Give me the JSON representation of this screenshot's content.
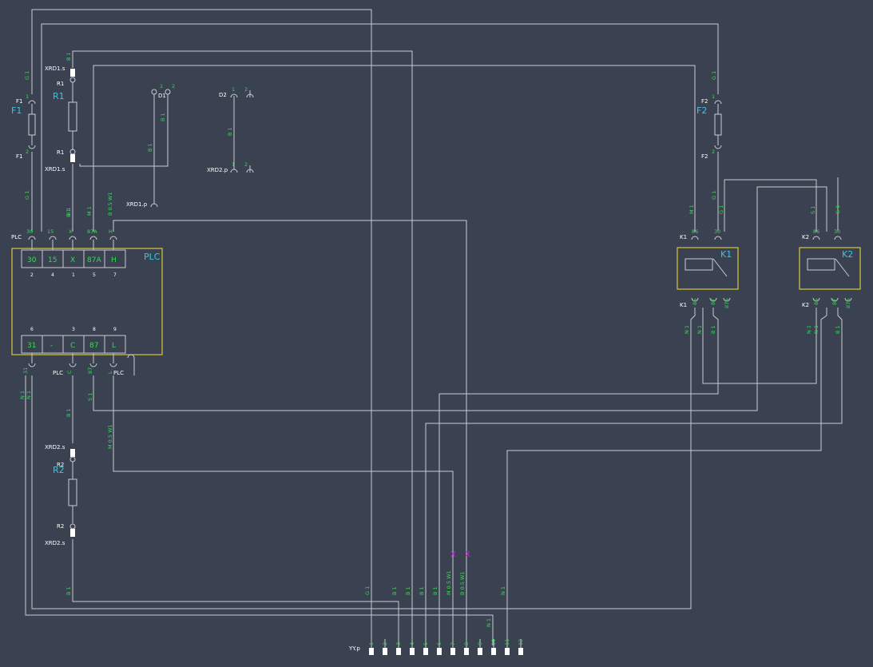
{
  "labels": {
    "F1": "F1",
    "F1_top": "F1",
    "F1_bot": "F1",
    "F2": "F2",
    "F2_top": "F2",
    "F2_bot": "F2",
    "R1": "R1",
    "R1_top": "R1",
    "R1_bot": "R1",
    "R2": "R2",
    "R2_top": "R2",
    "R2_bot": "R2",
    "XRD1s_top": "XRD1.s",
    "XRD1s_bot": "XRD1.s",
    "XRD2s_top": "XRD2.s",
    "XRD2s_bot": "XRD2.s",
    "XRD1p": "XRD1.p",
    "XRD2p": "XRD2.p",
    "D1": "D1",
    "D2": "D2",
    "PLC_box": "PLC",
    "PLC_top": "PLC",
    "PLC_bot1": "PLC",
    "PLC_bot2": "PLC",
    "K1": "K1",
    "K1_top": "K1",
    "K1_bot": "K1",
    "K2": "K2",
    "K2_top": "K2",
    "K2_bot": "K2",
    "YYp": "YY.p"
  },
  "plc": {
    "top_terminals": [
      "30",
      "15",
      "X",
      "87A",
      "H"
    ],
    "top_pins": [
      "2",
      "4",
      "1",
      "5",
      "7"
    ],
    "bottom_terminals": [
      "31",
      "-",
      "C",
      "87",
      "L"
    ],
    "bottom_pins": [
      "6",
      "",
      "3",
      "8",
      "9"
    ]
  },
  "connector": {
    "pins": [
      "1",
      "2",
      "3",
      "4",
      "5",
      "6",
      "7",
      "8",
      "9",
      "10",
      "11",
      "12"
    ]
  },
  "wire_codes": {
    "f1_top": "G 1",
    "f1_bot": "G 1",
    "r1_top": "B 1",
    "r1_bot": "B 1",
    "d1_wire": "B 1",
    "d1_wire2": "B 1",
    "d2_wire": "B 1",
    "plc_x": "M 1",
    "plc_h": "B 0.5 W1",
    "f2_top": "G 1",
    "f2_bot": "G 1",
    "k1_86": "M 1",
    "k1_30": "G 1",
    "k2_86": "S 1",
    "k2_30": "G 1",
    "k1_85a": "N 1",
    "k1_85b": "N 1",
    "k1_87": "B 1",
    "k2_85a": "N 1",
    "k2_85b": "N 1",
    "k2_87": "B 1",
    "plc_31a": "N 1",
    "plc_31b": "N 1",
    "plc_87": "S 1",
    "plc_L": "M 0.5 W1",
    "r2_top": "B 1",
    "r2_bot": "B 1",
    "yy1": "G 1",
    "yy3": "B 1",
    "yy4": "B 1",
    "yy5": "B 1",
    "yy6": "B 1",
    "yy7": "M 0.5 W1",
    "yy8": "B 0.5 W1",
    "yy11": "N 1",
    "yy10": "N 1"
  },
  "relay": {
    "k1_top_pins": [
      "86",
      "30"
    ],
    "k1_bot_pins": [
      "85",
      "87",
      "87a"
    ],
    "k2_top_pins": [
      "86",
      "30"
    ],
    "k2_bot_pins": [
      "85",
      "87",
      "87a"
    ],
    "inner_pins": [
      "86",
      "85",
      "30",
      "87",
      "87a"
    ]
  },
  "fuse_pins": {
    "top": "1",
    "bot": "2"
  },
  "cut_marks": [
    "X",
    "X"
  ]
}
